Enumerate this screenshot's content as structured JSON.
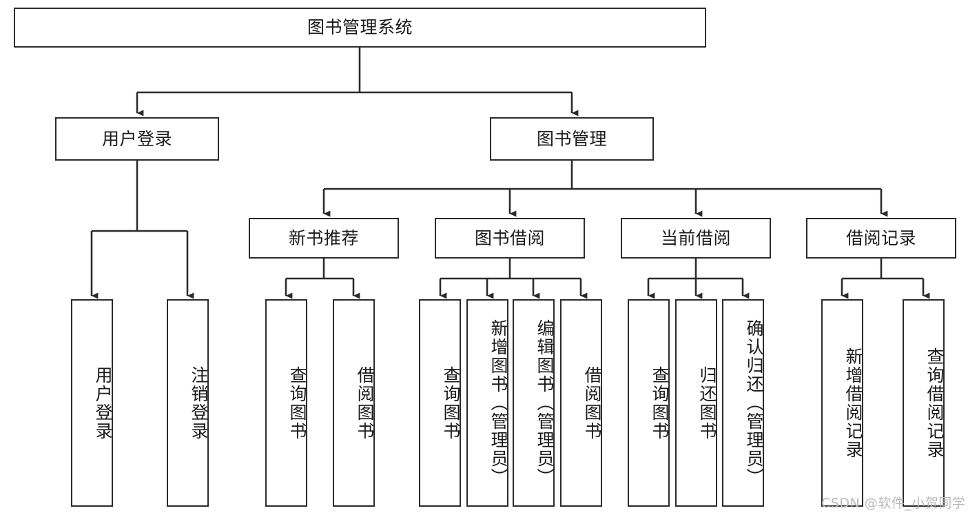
{
  "diagram": {
    "title_node": {
      "label": "图书管理系统"
    },
    "level2": [
      {
        "label": "用户登录"
      },
      {
        "label": "图书管理"
      }
    ],
    "level3": [
      {
        "label": "新书推荐"
      },
      {
        "label": "图书借阅"
      },
      {
        "label": "当前借阅"
      },
      {
        "label": "借阅记录"
      }
    ],
    "leaves": {
      "user_login": [
        {
          "label": "用户登录"
        },
        {
          "label": "注销登录"
        }
      ],
      "new_book_recommend": [
        {
          "label": "查询图书"
        },
        {
          "label": "借阅图书"
        }
      ],
      "book_borrow": [
        {
          "label": "查询图书"
        },
        {
          "label": "新增图书（管理员）"
        },
        {
          "label": "编辑图书（管理员）"
        },
        {
          "label": "借阅图书"
        }
      ],
      "current_borrow": [
        {
          "label": "查询图书"
        },
        {
          "label": "归还图书"
        },
        {
          "label": "确认归还（管理员）"
        }
      ],
      "borrow_record": [
        {
          "label": "新增借阅记录"
        },
        {
          "label": "查询借阅记录"
        }
      ]
    }
  },
  "watermark": {
    "text": "CSDN @软件_小贺同学"
  },
  "colors": {
    "stroke": "#2b2b2b",
    "box_fill": "#ffffff",
    "text": "#1a1a1a",
    "watermark": "#b9b9b9",
    "page_bg": "#ffffff"
  }
}
